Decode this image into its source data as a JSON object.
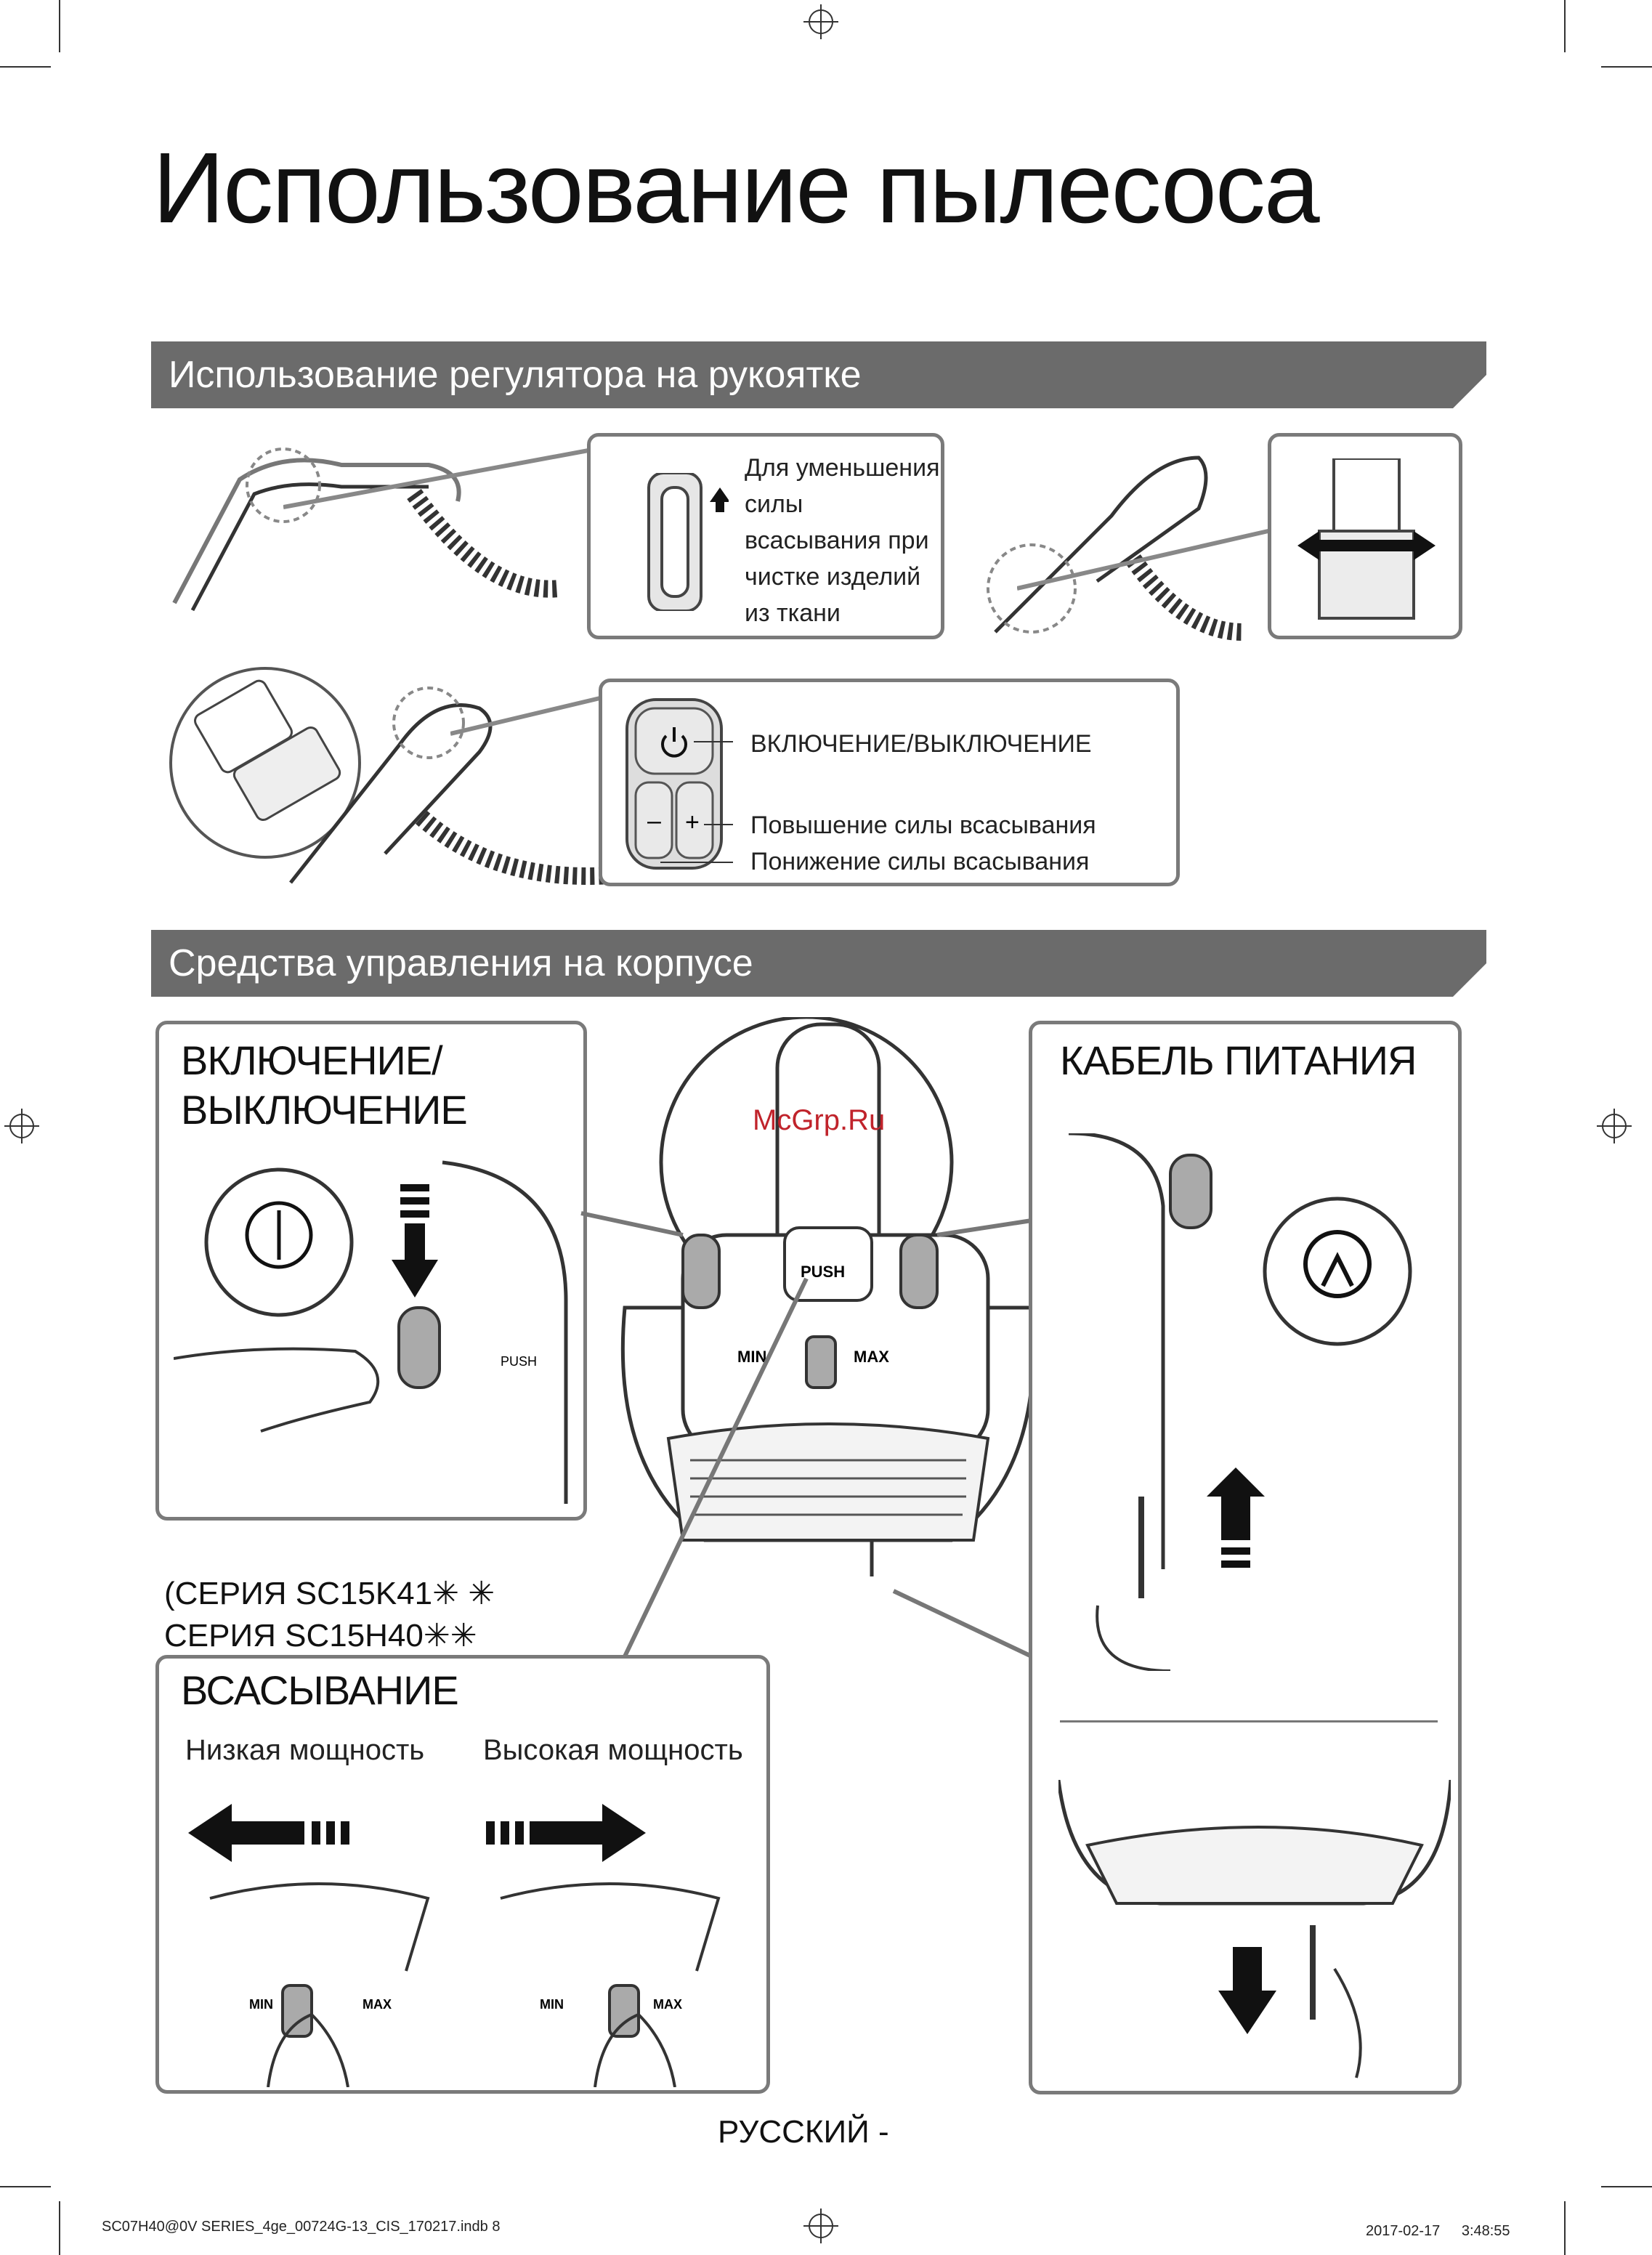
{
  "page_title": "Использование пылесоса",
  "section1": {
    "heading": "Использование регулятора на рукоятке",
    "slider_callout": "Для уменьшения силы всасывания при чистке изделий из ткани",
    "power_label": "ВКЛЮЧЕНИЕ/ВЫКЛЮЧЕНИЕ",
    "increase_label": "Повышение силы всасывания",
    "decrease_label": "Понижение силы всасывания",
    "minus_sign": "–",
    "plus_sign": "+"
  },
  "section2": {
    "heading": "Средства управления на корпусе",
    "onoff_title_line1": "ВКЛЮЧЕНИЕ/",
    "onoff_title_line2": "ВЫКЛЮЧЕНИЕ",
    "cable_title": "КАБЕЛЬ ПИТАНИЯ",
    "series_line1": "(СЕРИЯ SC15K41✳ ✳",
    "series_line2": "СЕРИЯ SC15H40✳✳",
    "suction_title": "ВСАСЫВАНИЕ",
    "low_power": "Низкая мощность",
    "high_power": "Высокая мощность",
    "min_label": "MIN",
    "max_label": "MAX",
    "push_label": "PUSH"
  },
  "watermark": "McGrp.Ru",
  "page_footer": "РУССКИЙ -",
  "print_info": {
    "file": "SC07H40@0V SERIES_4ge_00724G-13_CIS_170217.indb 8",
    "timestamp": "2017-02-17 ﾠ 3:48:55"
  }
}
